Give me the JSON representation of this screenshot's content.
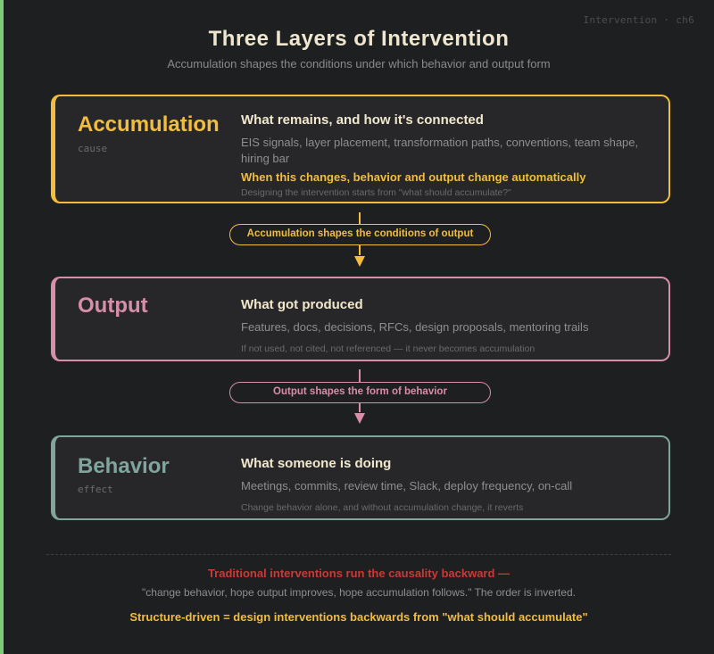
{
  "header": {
    "tag": "Intervention · ch6",
    "title": "Three Layers of Intervention",
    "subtitle": "Accumulation shapes the conditions under which behavior and output form"
  },
  "colors": {
    "background": "#1e1f21",
    "card_fill": "#272729",
    "accumulation": "#f2bd3c",
    "output": "#d78ea6",
    "behavior": "#7fa59c",
    "warning": "#c93a37",
    "left_accent": "#7ec97a"
  },
  "layers": {
    "accumulation": {
      "name": "Accumulation",
      "role": "cause",
      "heading": "What remains, and how it's connected",
      "items": "EIS signals, layer placement, transformation paths, conventions, team shape, hiring bar",
      "emphasis": "When this changes, behavior and output change automatically",
      "note": "Designing the intervention starts from \"what should accumulate?\""
    },
    "output": {
      "name": "Output",
      "heading": "What got produced",
      "items": "Features, docs, decisions, RFCs, design proposals, mentoring trails",
      "note": "If not used, not cited, not referenced — it never becomes accumulation"
    },
    "behavior": {
      "name": "Behavior",
      "role": "effect",
      "heading": "What someone is doing",
      "items": "Meetings, commits, review time, Slack, deploy frequency, on-call",
      "note": "Change behavior alone, and without accumulation change, it reverts"
    }
  },
  "connectors": [
    {
      "label": "Accumulation shapes the conditions of output"
    },
    {
      "label": "Output shapes the form of behavior"
    }
  ],
  "footer": {
    "warning": "Traditional interventions run the causality backward —",
    "quote": "\"change behavior, hope output improves, hope accumulation follows.\" The order is inverted.",
    "key": "Structure-driven = design interventions backwards from \"what should accumulate\""
  }
}
